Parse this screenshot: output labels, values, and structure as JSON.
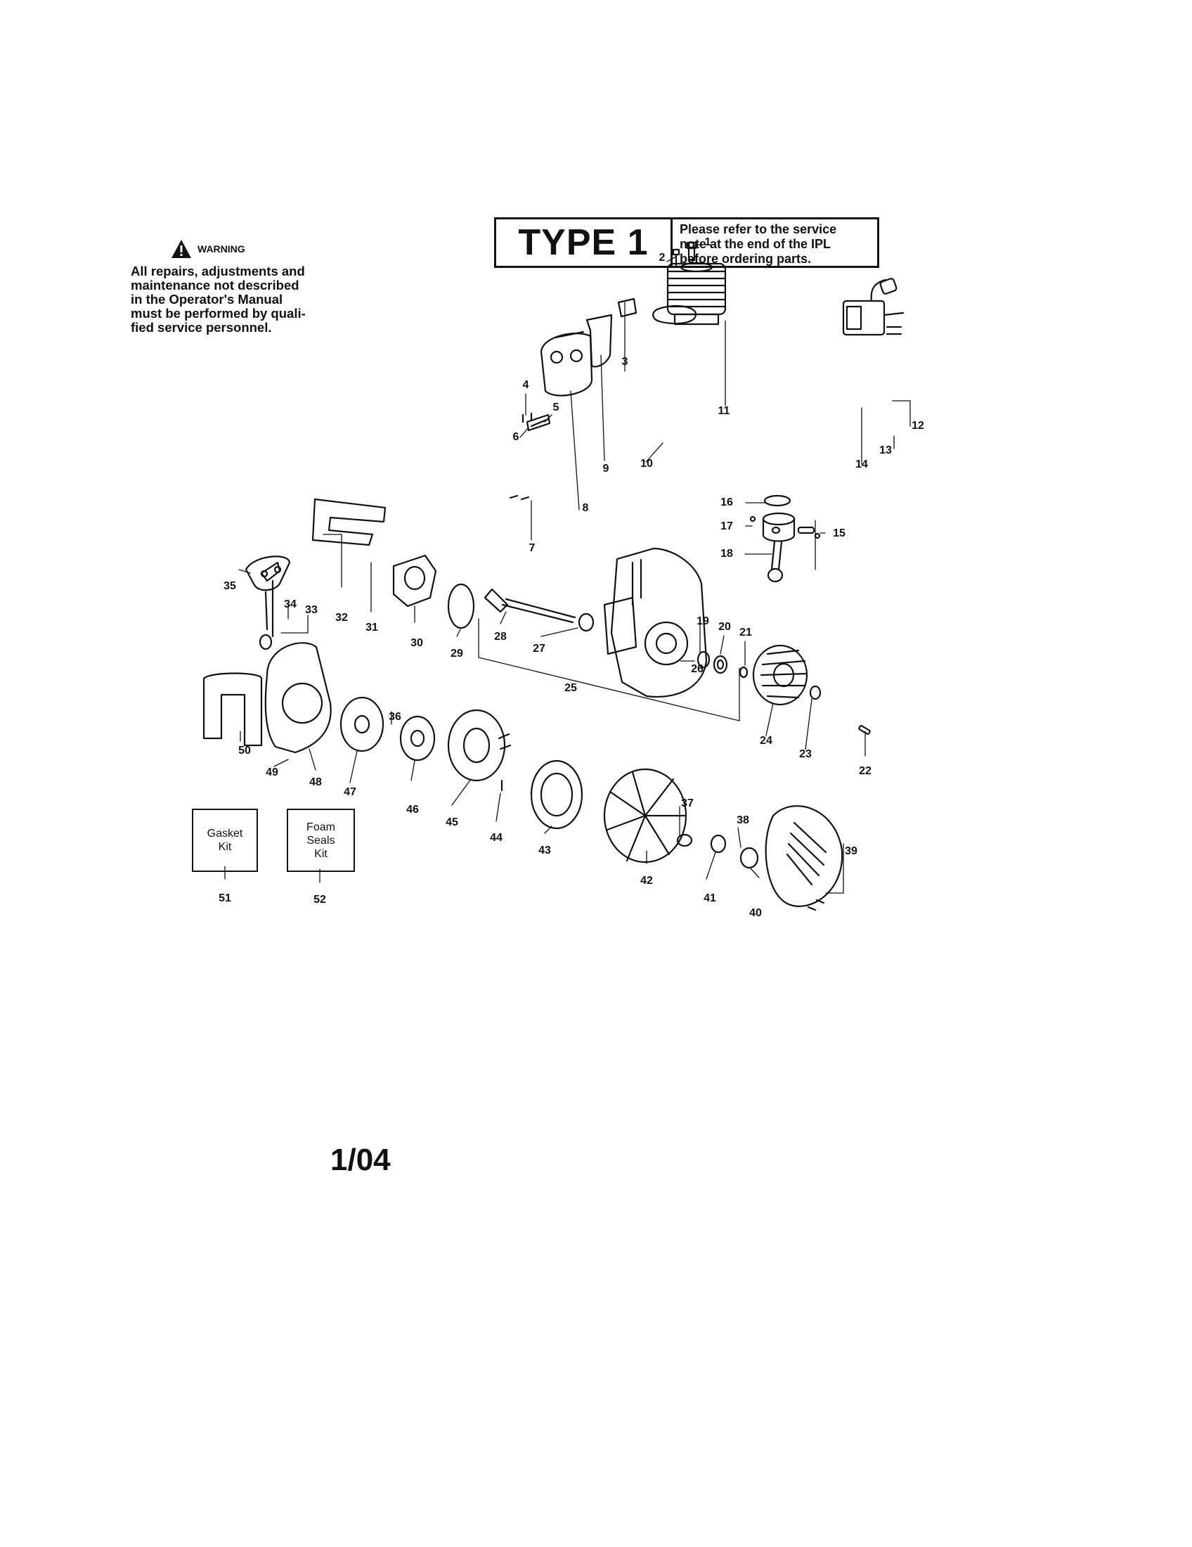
{
  "header": {
    "type_label": "TYPE 1",
    "note_lines": [
      "Please refer to the service",
      "note at the end of the IPL",
      "before ordering parts."
    ]
  },
  "warning": {
    "title": "WARNING",
    "lines": [
      "All repairs, adjustments and",
      "maintenance not described",
      "in the Operator's Manual",
      "must be performed by quali-",
      "fied service personnel."
    ]
  },
  "callouts": [
    "1",
    "2",
    "3",
    "4",
    "5",
    "6",
    "7",
    "8",
    "9",
    "10",
    "11",
    "12",
    "13",
    "14",
    "15",
    "16",
    "17",
    "18",
    "19",
    "20",
    "21",
    "22",
    "23",
    "24",
    "25",
    "26",
    "27",
    "28",
    "29",
    "30",
    "31",
    "32",
    "33",
    "34",
    "35",
    "36",
    "37",
    "38",
    "39",
    "40",
    "41",
    "42",
    "43",
    "44",
    "45",
    "46",
    "47",
    "48",
    "49",
    "50",
    "51",
    "52"
  ],
  "kits": {
    "gasket_lines": [
      "Gasket",
      "Kit"
    ],
    "foam_lines": [
      "Foam",
      "Seals",
      "Kit"
    ]
  },
  "footer": {
    "date": "1/04"
  },
  "colors": {
    "ink": "#111111",
    "paper": "#ffffff"
  }
}
